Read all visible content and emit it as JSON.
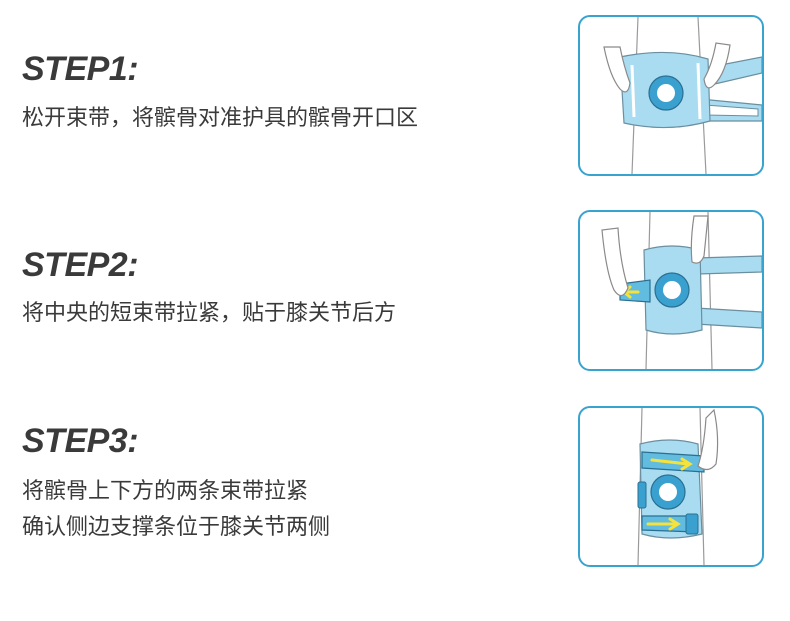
{
  "steps": [
    {
      "title": "STEP1:",
      "desc_lines": [
        "松开束带，将髌骨对准护具的髌骨开口区"
      ]
    },
    {
      "title": "STEP2:",
      "desc_lines": [
        "将中央的短束带拉紧，贴于膝关节后方"
      ]
    },
    {
      "title": "STEP3:",
      "desc_lines": [
        "将髌骨上下方的两条束带拉紧",
        "确认侧边支撑条位于膝关节两侧"
      ]
    }
  ],
  "colors": {
    "accent": "#39a3d0",
    "brace": "#a9dcf1",
    "strap": "#62bce0",
    "arrow": "#f5e23a",
    "text": "#3a3a3a"
  }
}
